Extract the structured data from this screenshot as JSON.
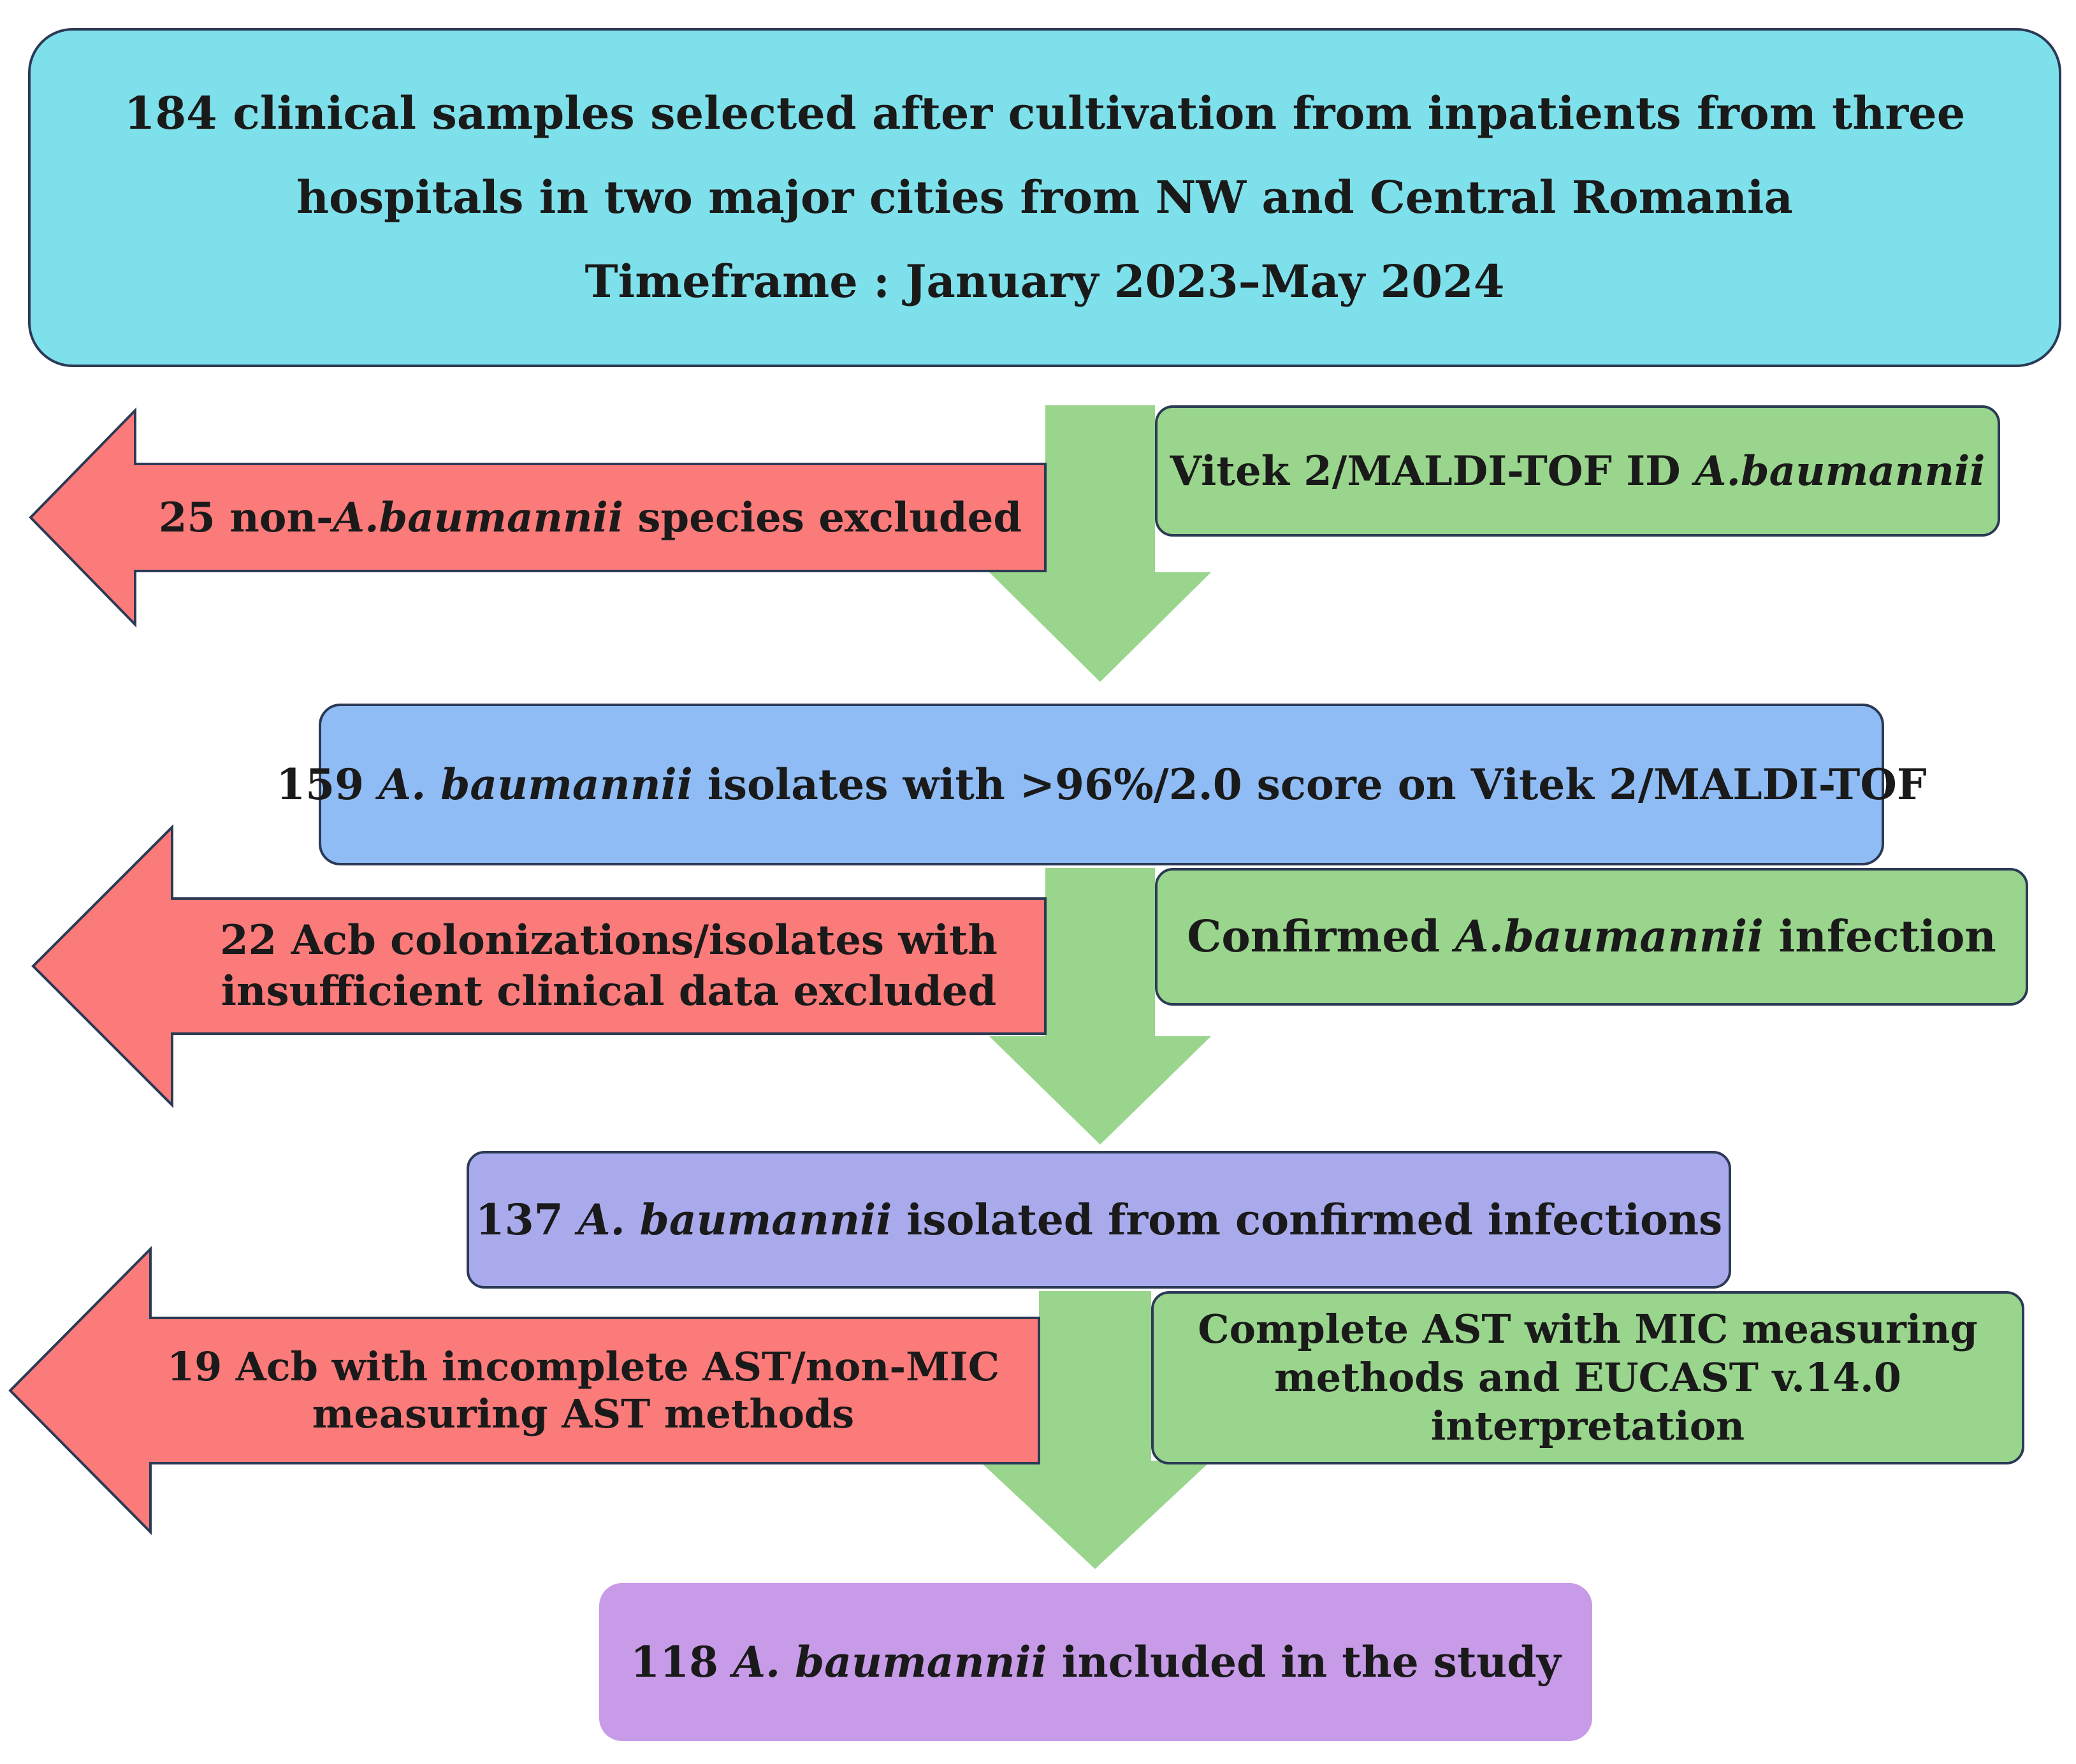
{
  "colors": {
    "top_box": "#7ee0ea",
    "box_159": "#8fbcf5",
    "box_137": "#a9aaec",
    "box_118": "#c79be8",
    "green_arrow": "#99d58c",
    "green_label": "#99d58c",
    "red_arrow": "#fb7a7a",
    "outline": "#2b3a55"
  },
  "top_box": {
    "line1": "184 clinical samples selected after cultivation from inpatients from three",
    "line2": "hospitals in two major cities from NW and Central Romania",
    "line3": "Timeframe : January 2023–May 2024"
  },
  "step1": {
    "criteria": {
      "text": "Vitek 2/MALDI-TOF ID ",
      "italic": "A.baumannii"
    },
    "excluded": {
      "prefix": "25 non-",
      "italic": "A.baumannii",
      "suffix": " species excluded"
    }
  },
  "box_159": {
    "prefix": "159 ",
    "italic": "A. baumannii",
    "suffix": " isolates with >96%/2.0 score on Vitek 2/MALDI-TOF"
  },
  "step2": {
    "criteria": {
      "prefix": "Confirmed ",
      "italic": "A.baumannii",
      "suffix": " infection"
    },
    "excluded": {
      "line1": "22 Acb colonizations/isolates with",
      "line2": "insufficient clinical data excluded"
    }
  },
  "box_137": {
    "prefix": "137 ",
    "italic": "A. baumannii",
    "suffix": " isolated from confirmed infections"
  },
  "step3": {
    "criteria": {
      "line1": "Complete AST with MIC measuring",
      "line2": "methods and EUCAST v.14.0",
      "line3": "interpretation"
    },
    "excluded": {
      "line1": "19 Acb with incomplete AST/non-MIC",
      "line2": "measuring AST methods"
    }
  },
  "box_118": {
    "prefix": "118 ",
    "italic": "A. baumannii",
    "suffix": " included in the study"
  }
}
